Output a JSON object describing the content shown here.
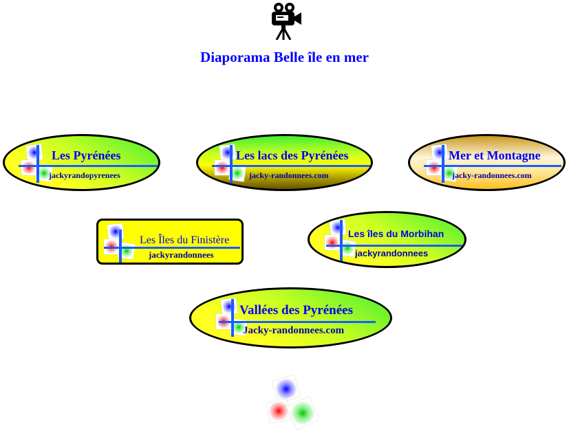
{
  "header": {
    "icon": "movie-camera-icon",
    "title": "Diaporama Belle île en mer"
  },
  "banners": [
    {
      "title": "Les Pyrénées",
      "subtitle": "jackyrandopyrenees"
    },
    {
      "title": "Les lacs des Pyrénées",
      "subtitle": "jacky-randonnees.com"
    },
    {
      "title": "Mer et Montagne",
      "subtitle": "jacky-randonnees.com"
    },
    {
      "title": "Les Îles du Finistère",
      "subtitle": "jackyrandonnees"
    },
    {
      "title": "Les îles du Morbihan",
      "subtitle": "jackyrandonnees"
    },
    {
      "title": "Vallées des Pyrénées",
      "subtitle": "Jacky-randonnees.com"
    }
  ],
  "footer": {
    "icon": "site-logo-icon"
  }
}
